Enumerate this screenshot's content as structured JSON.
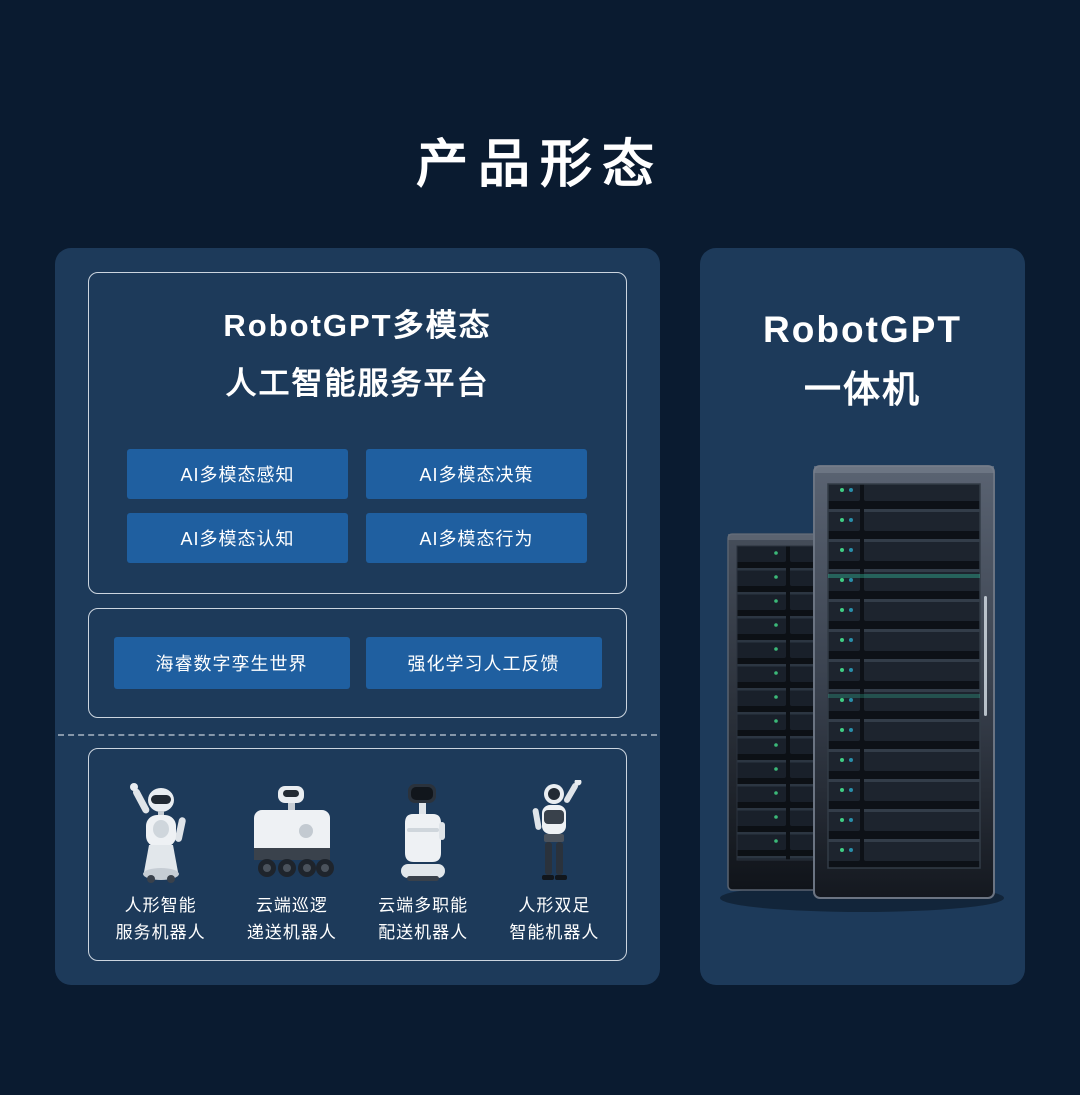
{
  "page": {
    "title": "产品形态"
  },
  "left_panel": {
    "platform": {
      "title_line1": "RobotGPT多模态",
      "title_line2": "人工智能服务平台",
      "buttons": [
        "AI多模态感知",
        "AI多模态决策",
        "AI多模态认知",
        "AI多模态行为"
      ]
    },
    "foundation": {
      "buttons": [
        "海睿数字孪生世界",
        "强化学习人工反馈"
      ]
    },
    "robots": [
      {
        "line1": "人形智能",
        "line2": "服务机器人"
      },
      {
        "line1": "云端巡逻",
        "line2": "递送机器人"
      },
      {
        "line1": "云端多职能",
        "line2": "配送机器人"
      },
      {
        "line1": "人形双足",
        "line2": "智能机器人"
      }
    ]
  },
  "right_panel": {
    "title_line1": "RobotGPT",
    "title_line2": "一体机"
  },
  "icons": {
    "server_rack": "server-rack-illustration",
    "robot_images": [
      "humanoid-service-robot",
      "patrol-delivery-robot",
      "multifunction-delivery-robot",
      "bipedal-humanoid-robot"
    ]
  },
  "colors": {
    "background": "#0a1b30",
    "panel": "#1d3a5a",
    "button_blue": "#1f5fa0",
    "box_border": "#ebf1f7",
    "text": "#ffffff",
    "led_green": "#43e08c"
  }
}
